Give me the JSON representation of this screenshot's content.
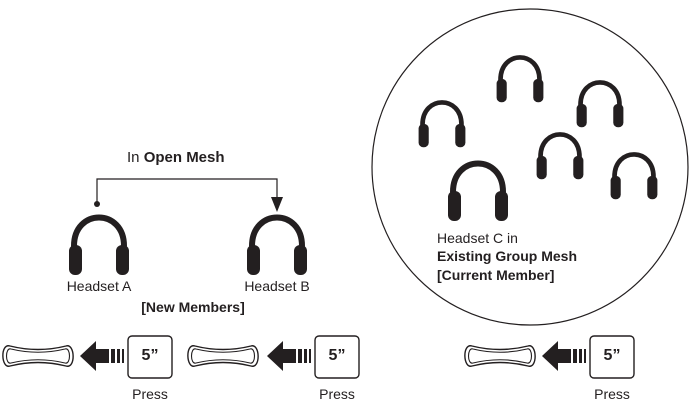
{
  "open_mesh": {
    "title_prefix": "In",
    "title_bold": "Open Mesh"
  },
  "headsets": {
    "a_label": "Headset A",
    "b_label": "Headset B",
    "new_members_label": "[New Members]"
  },
  "group": {
    "line1": "Headset C in",
    "line2": "Existing Group Mesh",
    "line3": "[Current Member]"
  },
  "controls": [
    {
      "time": "5”",
      "caption": "Press"
    },
    {
      "time": "5”",
      "caption": "Press"
    },
    {
      "time": "5”",
      "caption": "Press"
    }
  ],
  "icons": {
    "headset": "headphones-icon",
    "button": "oval-button-icon",
    "arrow": "striped-left-arrow-icon"
  },
  "colors": {
    "ink": "#231f20",
    "background": "#ffffff"
  }
}
